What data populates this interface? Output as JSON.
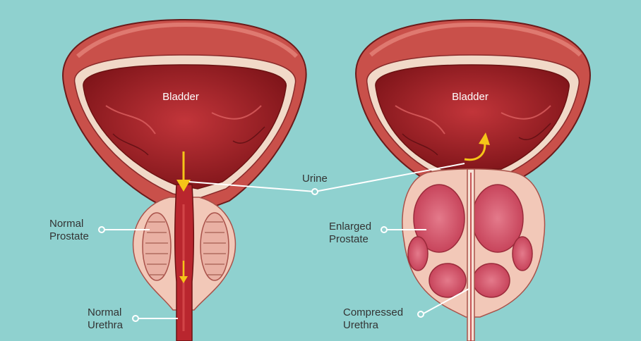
{
  "labels": {
    "bladder_left": "Bladder",
    "bladder_right": "Bladder",
    "urine": "Urine",
    "normal_prostate_line1": "Normal",
    "normal_prostate_line2": "Prostate",
    "normal_urethra_line1": "Normal",
    "normal_urethra_line2": "Urethra",
    "enlarged_prostate_line1": "Enlarged",
    "enlarged_prostate_line2": "Prostate",
    "compressed_urethra_line1": "Compressed",
    "compressed_urethra_line2": "Urethra"
  },
  "colors": {
    "background": "#8fd1cf",
    "bladder_outer": "#c9504a",
    "bladder_inner": "#9c1f25",
    "prostate": "#f2c8b8",
    "lobe": "#d95a6e",
    "arrow": "#f5c518",
    "leader": "#ffffff"
  }
}
